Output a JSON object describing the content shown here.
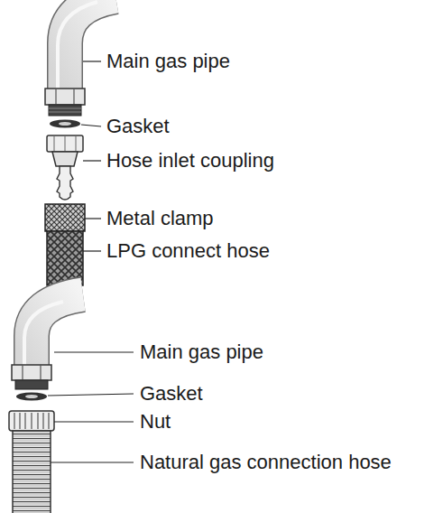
{
  "diagram": {
    "labels": [
      "Main gas pipe",
      "Gasket",
      "Hose inlet coupling",
      "Metal clamp",
      "LPG connect hose",
      "Main gas pipe",
      "Gasket",
      "Nut",
      "Natural gas connection hose"
    ]
  }
}
